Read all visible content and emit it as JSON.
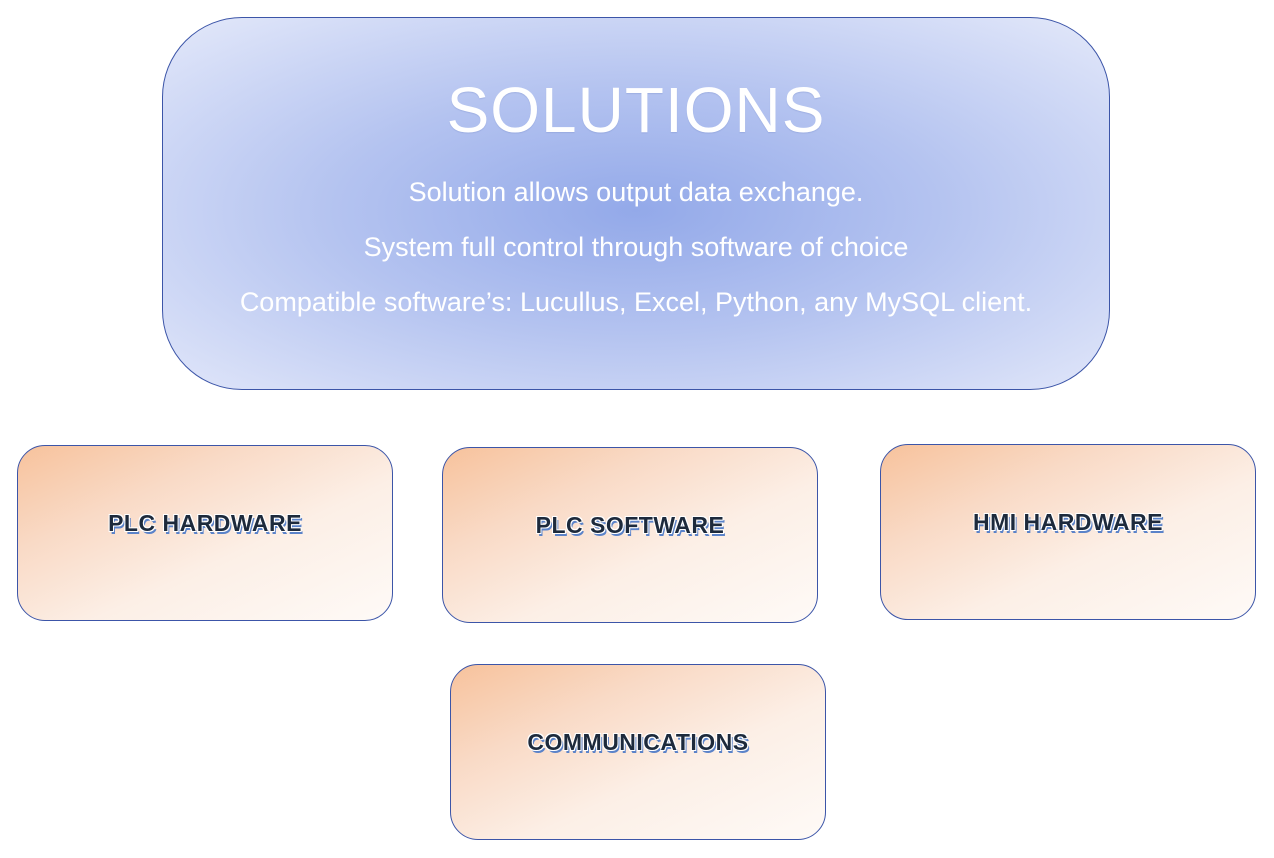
{
  "solutions": {
    "title": "SOLUTIONS",
    "lines": [
      "Solution allows output data exchange.",
      "System full control through software of choice",
      "Compatible software’s: Lucullus, Excel, Python, any MySQL client."
    ]
  },
  "components": [
    {
      "label": "PLC HARDWARE"
    },
    {
      "label": "PLC SOFTWARE"
    },
    {
      "label": "HMI HARDWARE"
    },
    {
      "label": "COMMUNICATIONS"
    }
  ],
  "colors": {
    "main_fill": "#b4c3f0",
    "border": "#3c55a8",
    "component_fill": "#f7c29c",
    "label_text": "#1d2a3c",
    "label_shadow": "#5b83c9"
  }
}
